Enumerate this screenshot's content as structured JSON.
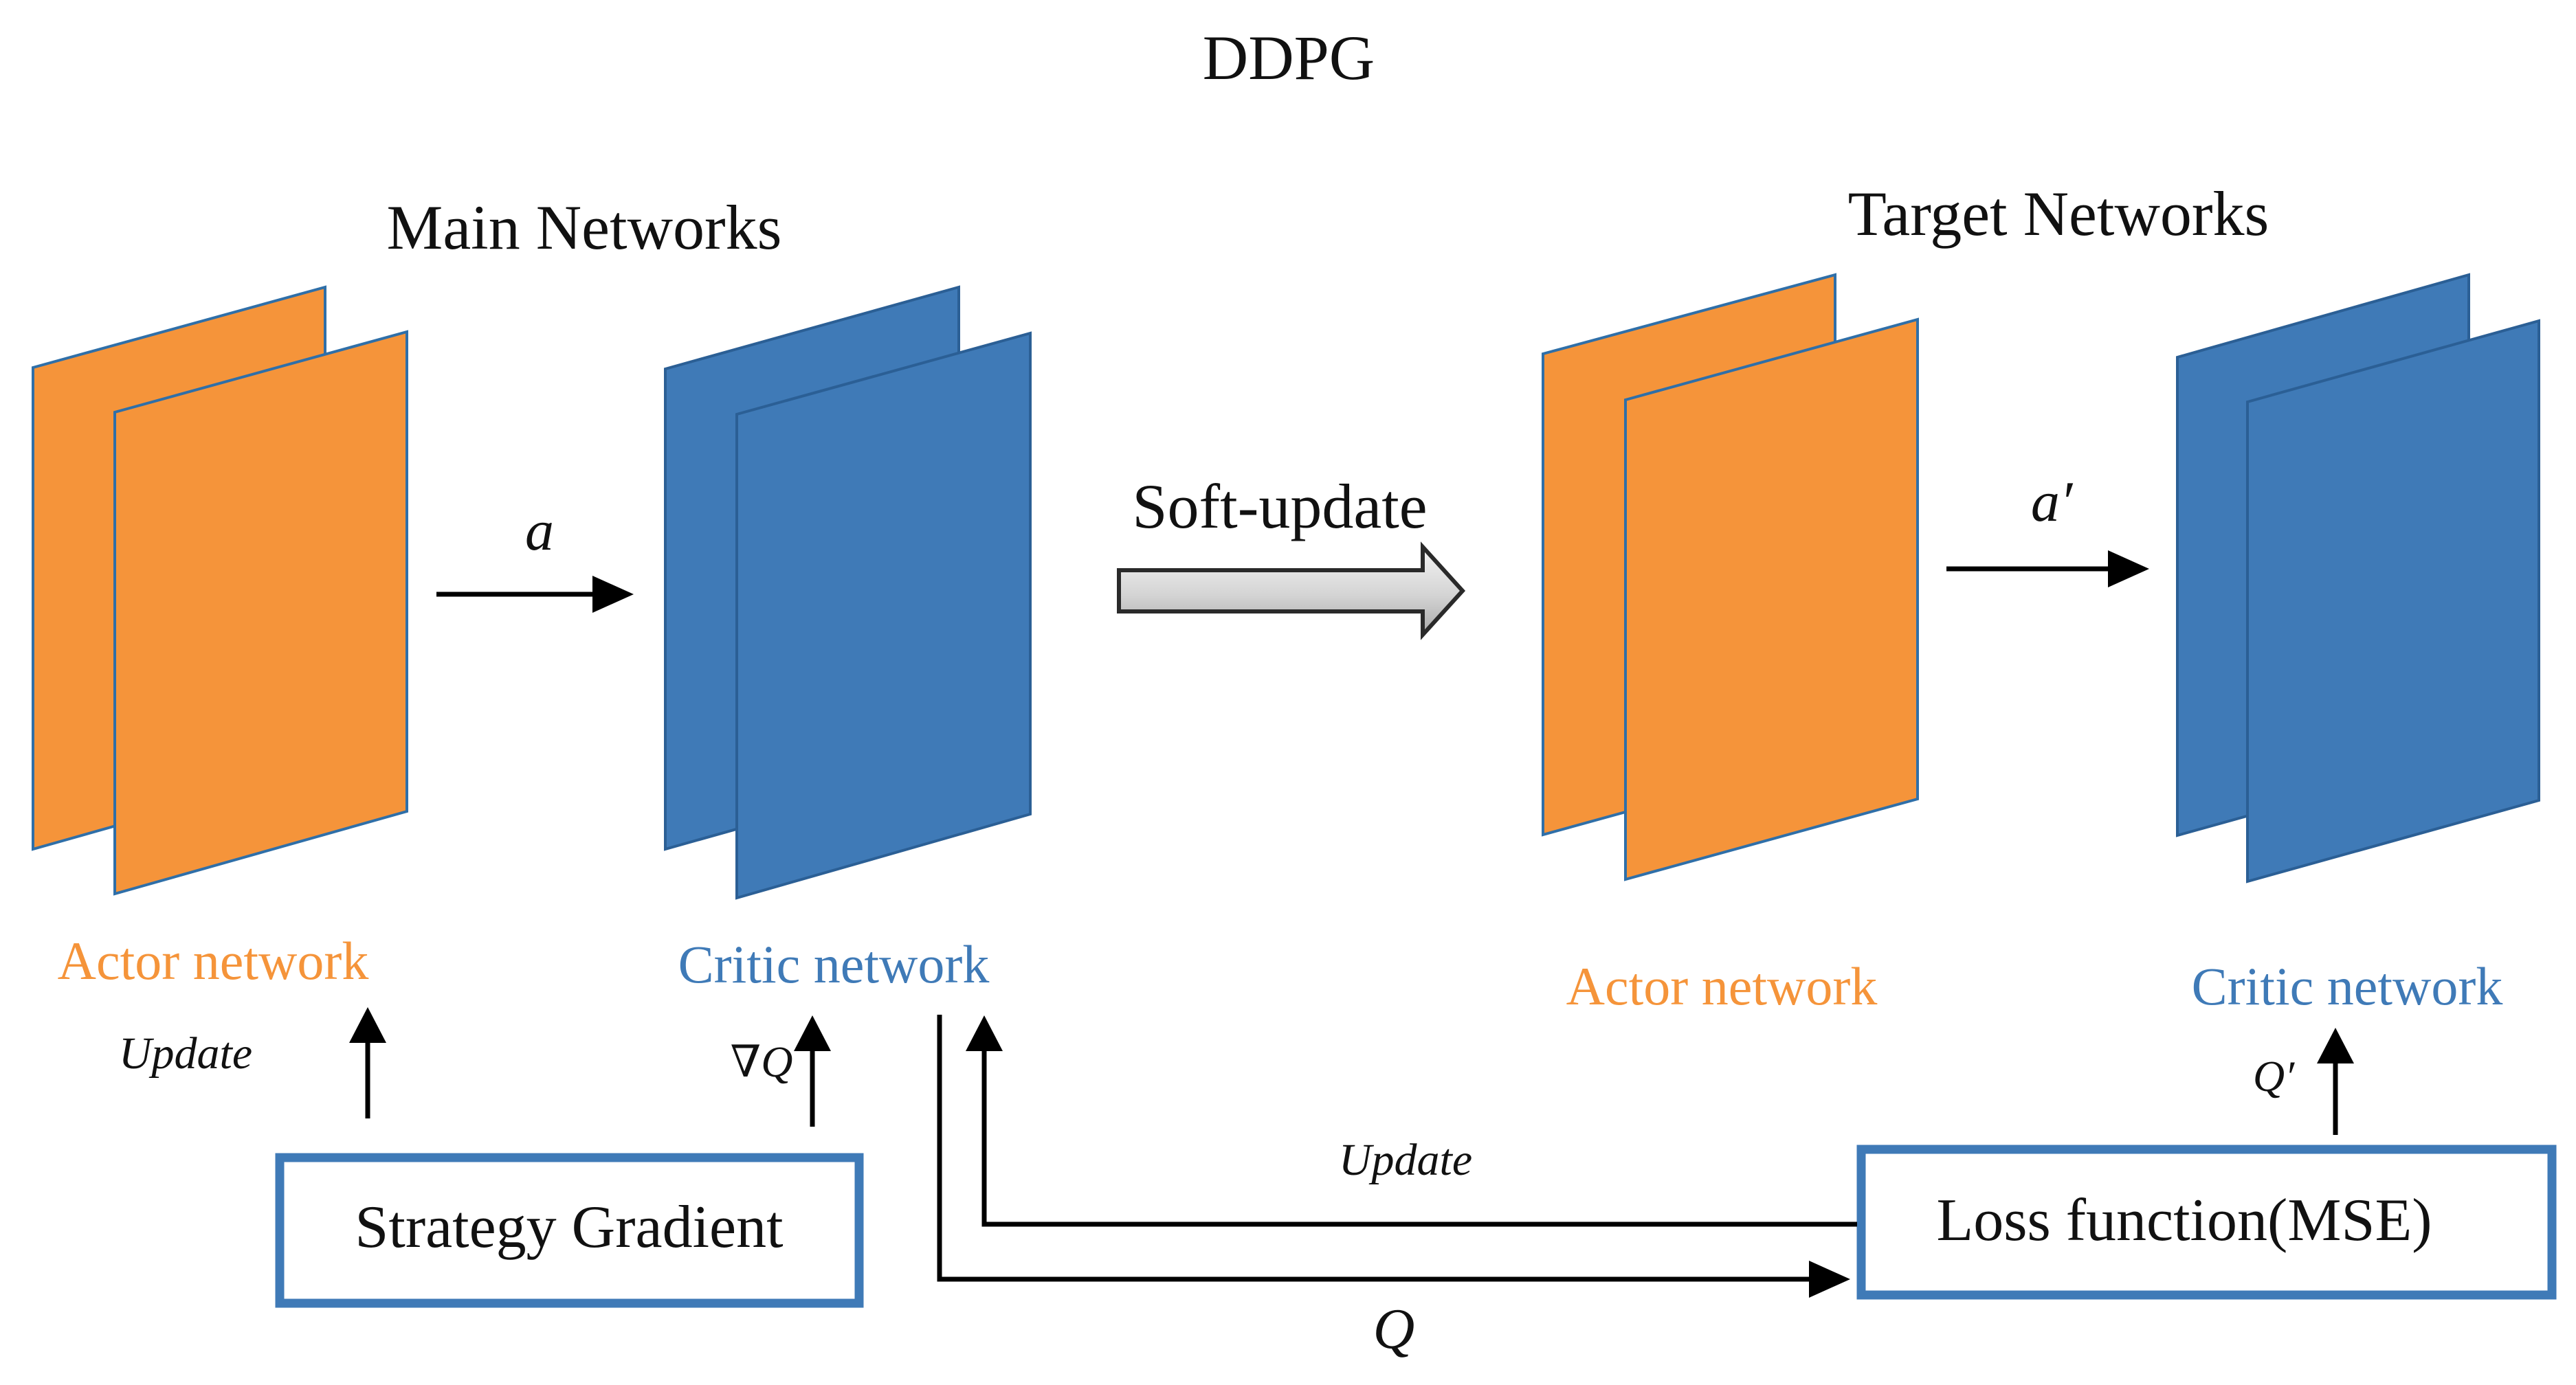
{
  "title": "DDPG",
  "main_group": {
    "heading": "Main Networks",
    "actor_label": "Actor network",
    "critic_label": "Critic network"
  },
  "target_group": {
    "heading": "Target Networks",
    "actor_label": "Actor network",
    "critic_label": "Critic network"
  },
  "edges": {
    "action_main": "a",
    "action_target": "a′",
    "soft_update": "Soft-update",
    "actor_update": "Update",
    "grad_q": "∇Q",
    "loss_update": "Update",
    "q_value": "Q",
    "q_prime": "Q′"
  },
  "boxes": {
    "strategy_gradient": "Strategy Gradient",
    "loss_function": "Loss function(MSE)"
  },
  "colors": {
    "actor": "#F5943A",
    "critic": "#3F7AB7",
    "box_border": "#3F7AB7",
    "arrow": "#000000",
    "soft_arrow_fill": "#D9D9D9"
  }
}
